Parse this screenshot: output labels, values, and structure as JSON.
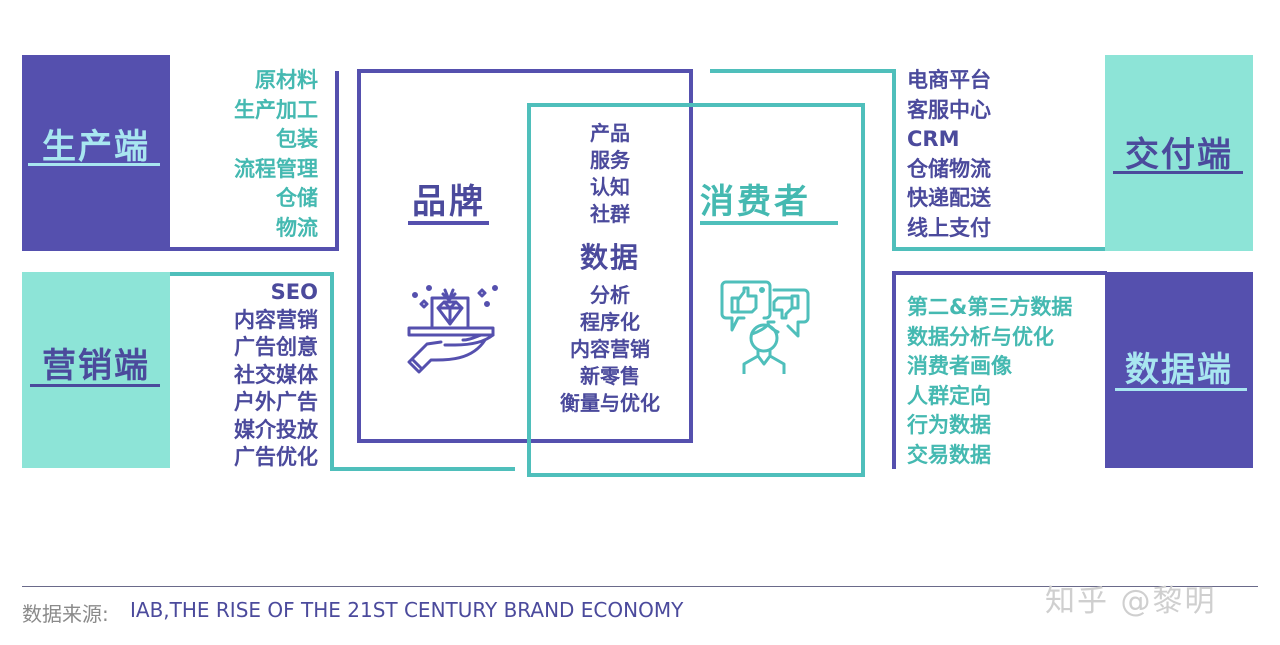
{
  "colors": {
    "purple": "#5550ae",
    "teal": "#4fbfbb",
    "teal_fill": "#8de4d7",
    "text_purple": "#4b4a9c",
    "text_teal": "#45b9b1",
    "title_light": "#a8e6f0",
    "footer_gray": "#8a8a8a"
  },
  "production": {
    "title": "生产端",
    "items": [
      "原材料",
      "生产加工",
      "包装",
      "流程管理",
      "仓储",
      "物流"
    ]
  },
  "marketing": {
    "title": "营销端",
    "items": [
      "SEO",
      "内容营销",
      "广告创意",
      "社交媒体",
      "户外广告",
      "媒介投放",
      "广告优化"
    ]
  },
  "brand": {
    "title": "品牌",
    "icon": "gift-diamond-hand-icon"
  },
  "consumer": {
    "title": "消费者",
    "icon": "person-feedback-icon"
  },
  "center": {
    "top_items": [
      "产品",
      "服务",
      "认知",
      "社群"
    ],
    "heading": "数据",
    "bottom_items": [
      "分析",
      "程序化",
      "内容营销",
      "新零售",
      "衡量与优化"
    ]
  },
  "delivery": {
    "title": "交付端",
    "items": [
      "电商平台",
      "客服中心",
      "CRM",
      "仓储物流",
      "快递配送",
      "线上支付"
    ]
  },
  "data_end": {
    "title": "数据端",
    "items": [
      "第二&第三方数据",
      "数据分析与优化",
      "消费者画像",
      "人群定向",
      "行为数据",
      "交易数据"
    ]
  },
  "footer": {
    "source_label": "数据来源:",
    "source_text": "IAB,THE RISE OF THE 21ST CENTURY BRAND ECONOMY",
    "watermark": "知乎 @黎明"
  }
}
